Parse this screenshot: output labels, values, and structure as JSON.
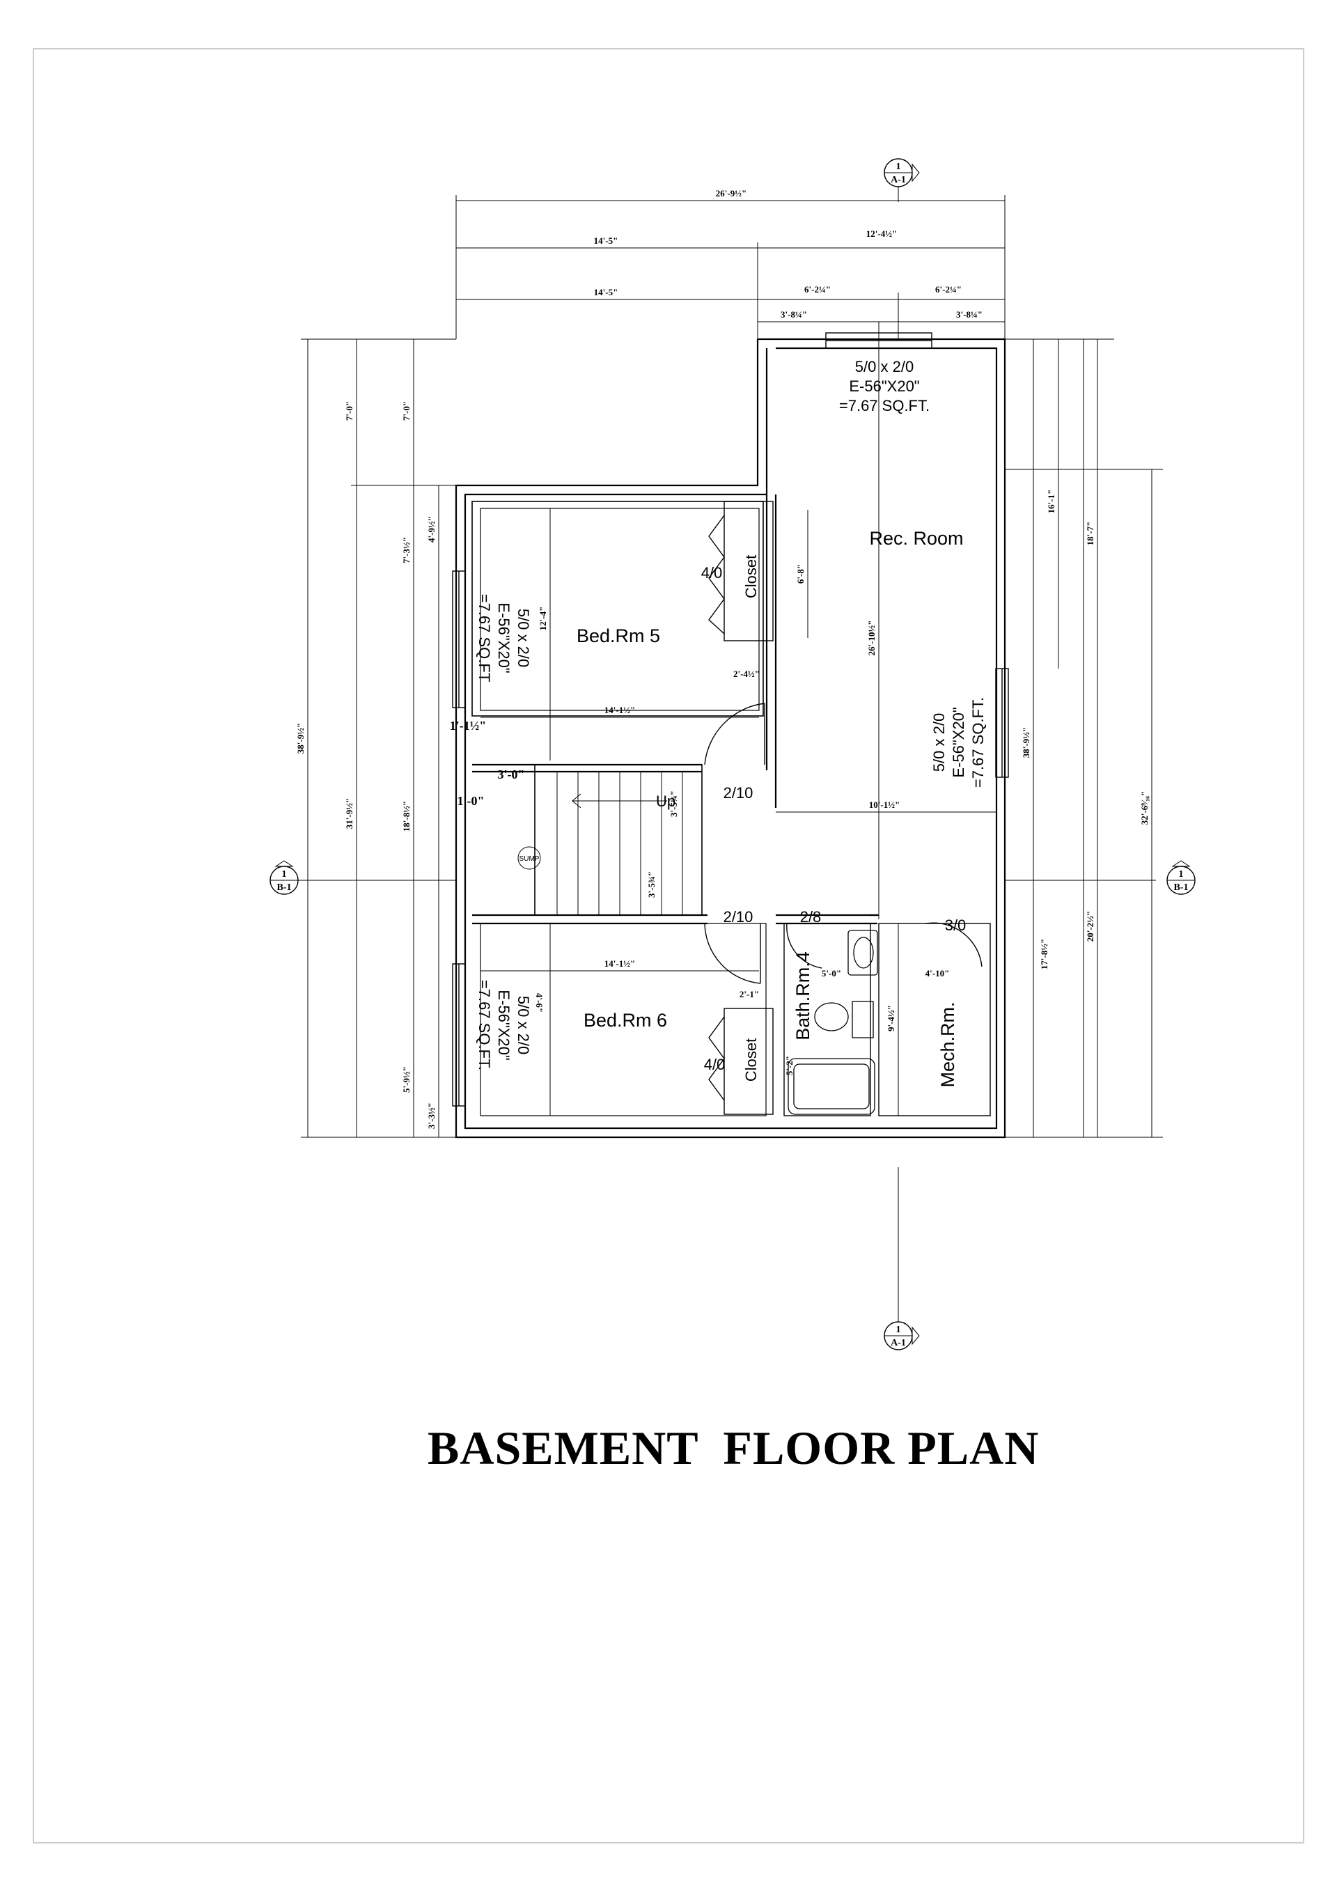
{
  "title": "BASEMENT  FLOOR PLAN",
  "rooms": {
    "rec_room": "Rec. Room",
    "bed5": "Bed.Rm 5",
    "bed6": "Bed.Rm 6",
    "bath4": "Bath.Rm.4",
    "mech": "Mech.Rm.",
    "closet_top": "Closet",
    "closet_bottom": "Closet"
  },
  "windows": {
    "top": [
      "5/0 x 2/0",
      "E-56\"X20\"",
      "=7.67 SQ.FT."
    ],
    "right": [
      "5/0 x 2/0",
      "E-56\"X20\"",
      "=7.67 SQ.FT."
    ],
    "left_upper": [
      "5/0 x 2/0",
      "E-56\"X20\"",
      "=7.67 SQ.FT"
    ],
    "left_lower": [
      "5/0 x 2/0",
      "E-56\"X20\"",
      "=7.67 SQ.FT."
    ]
  },
  "doors": {
    "closet_top": "4/0",
    "closet_bottom": "4/0",
    "bed5": "2/10",
    "bed6": "2/10",
    "bath": "2/8",
    "mech": "3/0"
  },
  "stair": {
    "up": "Up",
    "sump": "SUMP"
  },
  "dimensions": {
    "overall_width": "26'-9½\"",
    "left_segment": "14'-5\"",
    "right_segment": "12'-4½\"",
    "left_segment_2": "14'-5\"",
    "right_sub_1": "6'-2¼\"",
    "right_sub_2": "6'-2¼\"",
    "win_offset_left": "3'-8¼\"",
    "win_offset_right": "3'-8¼\"",
    "left_outer_total": "38'-9½\"",
    "left_7_0_a": "7'-0\"",
    "left_7_0_b": "7'-0\"",
    "left_31_9": "31'-9½\"",
    "left_7_3": "7'-3½\"",
    "left_4_9": "4'-9½\"",
    "left_18_8": "18'-8½\"",
    "left_5_9": "5'-9½\"",
    "left_3_3": "3'-3½\"",
    "bed5_height": "12'-4\"",
    "bed5_width": "14'-1½\"",
    "bed6_width": "14'-1½\"",
    "closet_height": "6'-8\"",
    "closet_depth": "2'-4½\"",
    "rec_height": "26'-10½\"",
    "rec_width": "10'-1½\"",
    "stair_1_1": "1'-1½\"",
    "stair_3_0": "3'-0\"",
    "stair_1_0": "1'-0\"",
    "stair_3_5a": "3'-5¼\"",
    "stair_3_5b": "3'-5¾\"",
    "right_16_1": "16'-1\"",
    "right_18_7": "18'-7\"",
    "right_38_9": "38'-9½\"",
    "right_32_6": "32'-6⁹⁄₁₆\"",
    "right_17_8": "17'-8½\"",
    "right_20_2": "20'-2½\"",
    "bath_5_0": "5'-0\"",
    "bath_9_4": "9'-4½\"",
    "bath_5_2": "5'-2\"",
    "mech_4_10": "4'-10\"",
    "closet2_2_1": "2'-1\"",
    "bed6_4_6": "4'-6\""
  },
  "section_tags": {
    "top": [
      "1",
      "A-1"
    ],
    "bottom": [
      "1",
      "A-1"
    ],
    "left": [
      "1",
      "B-1"
    ],
    "right": [
      "1",
      "B-1"
    ]
  }
}
